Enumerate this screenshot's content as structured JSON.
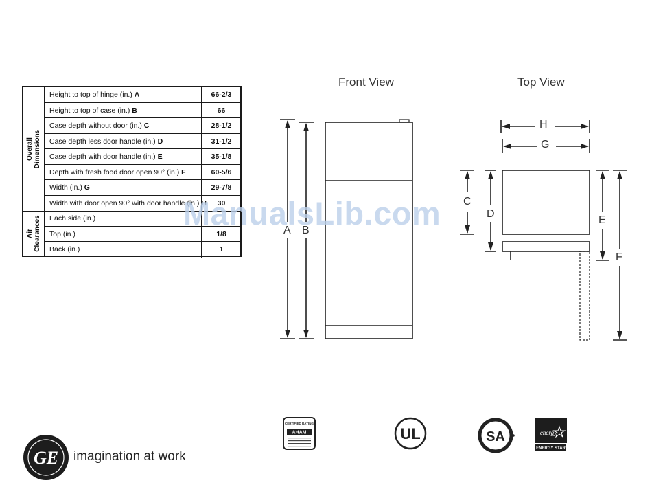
{
  "table": {
    "groups": [
      {
        "label": "Overall\nDimensions"
      },
      {
        "label": "Air\nClearances"
      }
    ],
    "rows": [
      {
        "label": "Height to top of hinge (in.)",
        "key": "A",
        "value": "66-2/3"
      },
      {
        "label": "Height to top of case (in.)",
        "key": "B",
        "value": "66"
      },
      {
        "label": "Case depth without door (in.)",
        "key": "C",
        "value": "28-1/2"
      },
      {
        "label": "Case depth less door handle (in.)",
        "key": "D",
        "value": "31-1/2"
      },
      {
        "label": "Case depth with door handle (in.)",
        "key": "E",
        "value": "35-1/8"
      },
      {
        "label": "Depth with fresh food door open 90° (in.)",
        "key": "F",
        "value": "60-5/6"
      },
      {
        "label": "Width (in.)",
        "key": "G",
        "value": "29-7/8"
      },
      {
        "label": "Width with door open 90° with door handle (in.)",
        "key": "H",
        "value": "30"
      },
      {
        "label": "Each side (in.)",
        "key": "",
        "value": ""
      },
      {
        "label": "Top (in.)",
        "key": "",
        "value": "1/8"
      },
      {
        "label": "Back (in.)",
        "key": "",
        "value": "1"
      }
    ]
  },
  "front_view": {
    "title": "Front View",
    "dim_a": "A",
    "dim_b": "B"
  },
  "top_view": {
    "title": "Top View",
    "dim_h": "H",
    "dim_g": "G",
    "dim_c": "C",
    "dim_d": "D",
    "dim_e": "E",
    "dim_f": "F"
  },
  "watermark": "ManualsLib.com",
  "brand": {
    "tagline": "imagination at work",
    "cee_top": "CERTIFIED RATING",
    "cee_mid": "AHAM",
    "energy_star": "ENERGY STAR",
    "energy_script": "energy",
    "ul": "UL",
    "csa": "SA"
  }
}
